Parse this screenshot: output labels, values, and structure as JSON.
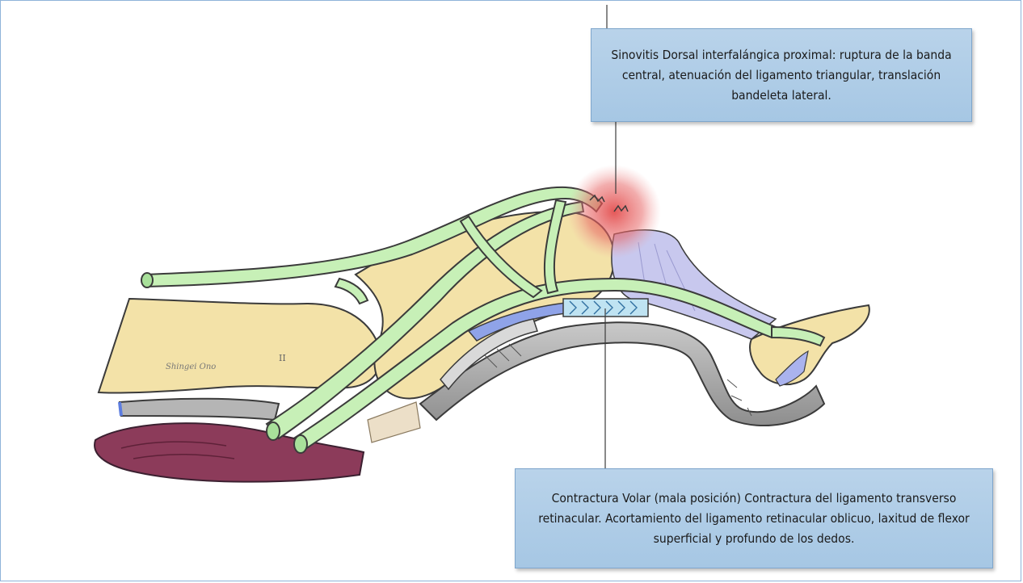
{
  "callouts": {
    "dorsal": {
      "text": "Sinovitis  Dorsal  interfalángica proximal: ruptura de la banda central, atenuación del ligamento triangular, translación bandeleta lateral."
    },
    "volar": {
      "text": "Contractura Volar (mala posición) Contractura del ligamento transverso retinacular. Acortamiento del ligamento retinacular oblicuo, laxitud de flexor superficial y profundo de los dedos."
    }
  },
  "illustration": {
    "signature": "Shingei Ono",
    "bone_label": "II"
  },
  "colors": {
    "bone": "#f3e2a8",
    "tendon_green": "#c7f0b7",
    "tendon_outline": "#3b3b3b",
    "flexor_gray": "#a9a9a9",
    "muscle": "#8c3b5a",
    "inflammation": "#e35a5a",
    "ligament_blue": "#c8c8ee",
    "callout_fill": "#b3cfe8",
    "frame_border": "#8fb3d9"
  }
}
